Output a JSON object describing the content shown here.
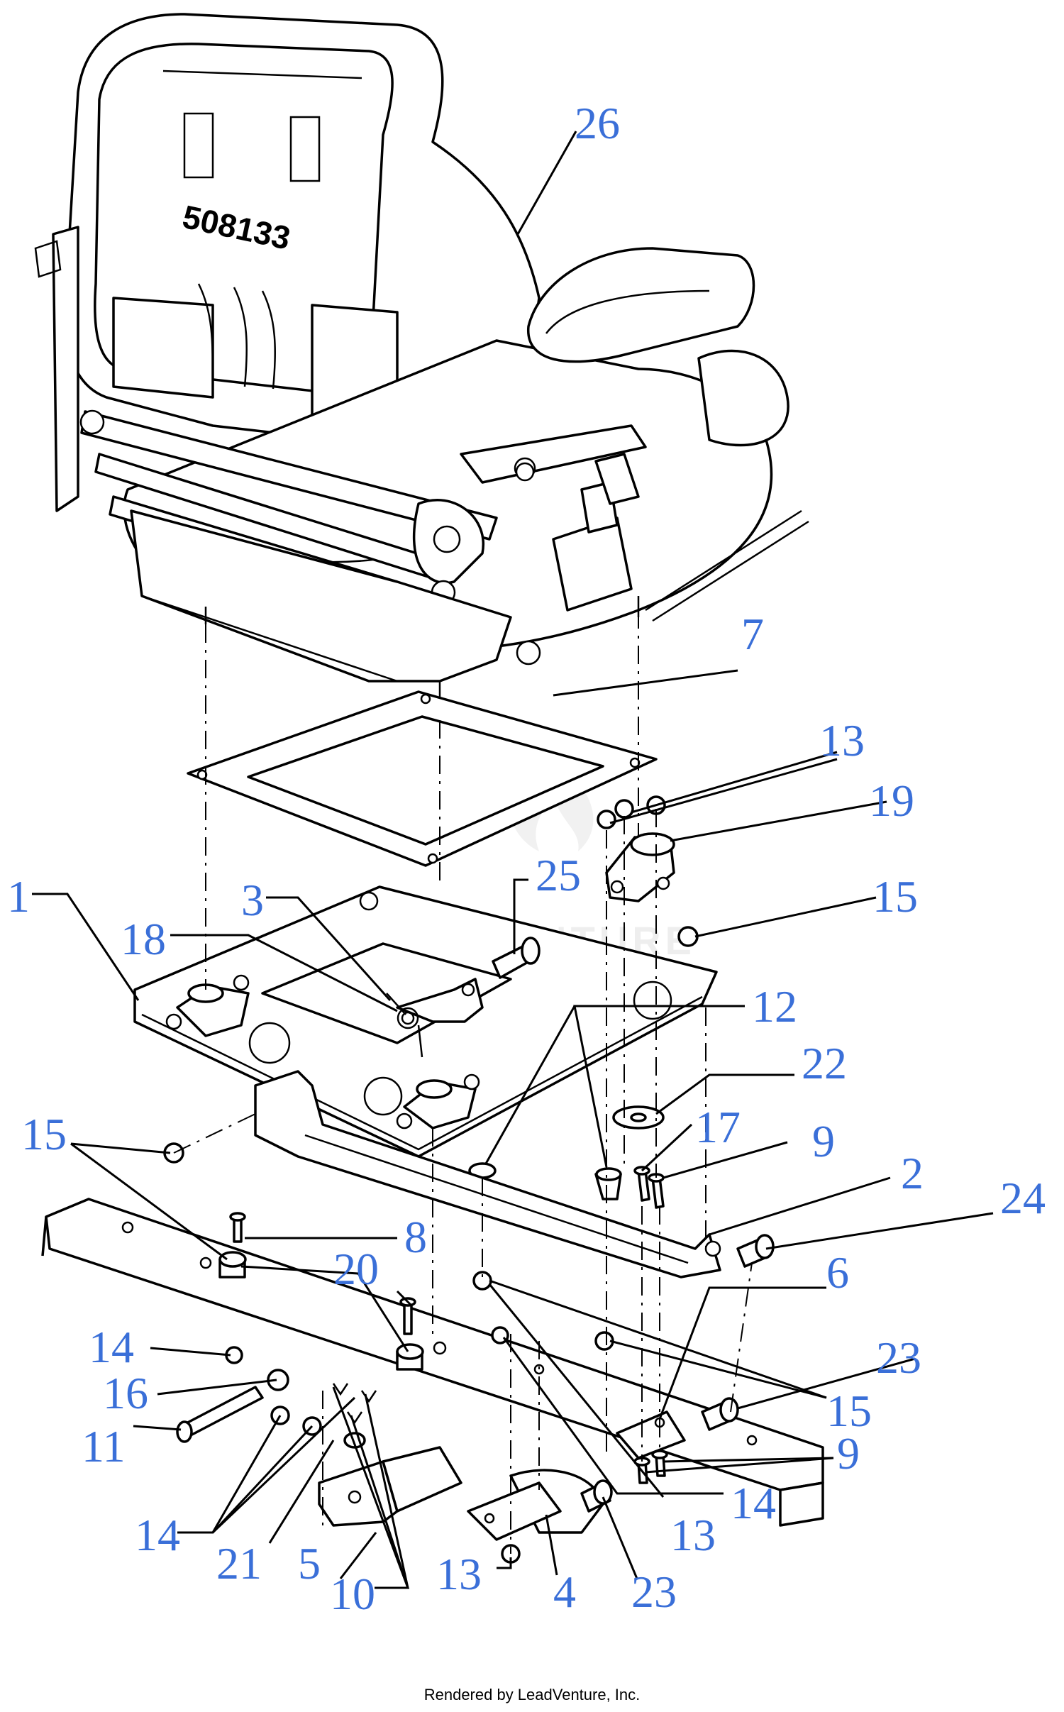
{
  "diagram": {
    "stamp_text": "508133",
    "watermark_text": "LEADVENTURE",
    "callouts": [
      {
        "id": "c26",
        "label": "26",
        "target": "seat-assembly"
      },
      {
        "id": "c7",
        "label": "7",
        "target": "seat-gasket"
      },
      {
        "id": "c13a",
        "label": "13",
        "target": "flange-nuts"
      },
      {
        "id": "c19",
        "label": "19",
        "target": "isolator-mount"
      },
      {
        "id": "c25",
        "label": "25",
        "target": "pivot-pin"
      },
      {
        "id": "c1",
        "label": "1",
        "target": "seat-plate"
      },
      {
        "id": "c3",
        "label": "3",
        "target": "latch-bracket"
      },
      {
        "id": "c15a",
        "label": "15",
        "target": "flange-nut"
      },
      {
        "id": "c18",
        "label": "18",
        "target": "torsion-spring"
      },
      {
        "id": "c12",
        "label": "12",
        "target": "bumpers"
      },
      {
        "id": "c22",
        "label": "22",
        "target": "washer"
      },
      {
        "id": "c17",
        "label": "17",
        "target": "bolt"
      },
      {
        "id": "c9a",
        "label": "9",
        "target": "bolt"
      },
      {
        "id": "c15b",
        "label": "15",
        "target": "flange-nut"
      },
      {
        "id": "c2",
        "label": "2",
        "target": "seat-slide-plate"
      },
      {
        "id": "c24",
        "label": "24",
        "target": "knob-bolt"
      },
      {
        "id": "c8",
        "label": "8",
        "target": "bolt"
      },
      {
        "id": "c20",
        "label": "20",
        "target": "spacers"
      },
      {
        "id": "c6",
        "label": "6",
        "target": "bracket"
      },
      {
        "id": "c14a",
        "label": "14",
        "target": "nut"
      },
      {
        "id": "c23a",
        "label": "23",
        "target": "carriage-bolt"
      },
      {
        "id": "c16",
        "label": "16",
        "target": "washer"
      },
      {
        "id": "c15c",
        "label": "15",
        "target": "flange-nuts"
      },
      {
        "id": "c11",
        "label": "11",
        "target": "long-bolt"
      },
      {
        "id": "c9b",
        "label": "9",
        "target": "bolts"
      },
      {
        "id": "c14b",
        "label": "14",
        "target": "nuts"
      },
      {
        "id": "c14c",
        "label": "14",
        "target": "nut"
      },
      {
        "id": "c13b",
        "label": "13",
        "target": "nut"
      },
      {
        "id": "c21",
        "label": "21",
        "target": "washer"
      },
      {
        "id": "c5",
        "label": "5",
        "target": "mount-bracket"
      },
      {
        "id": "c13c",
        "label": "13",
        "target": "nut"
      },
      {
        "id": "c4",
        "label": "4",
        "target": "side-bracket"
      },
      {
        "id": "c23b",
        "label": "23",
        "target": "carriage-bolt"
      },
      {
        "id": "c10",
        "label": "10",
        "target": "clips"
      }
    ]
  },
  "footer": {
    "text": "Rendered by LeadVenture, Inc."
  }
}
